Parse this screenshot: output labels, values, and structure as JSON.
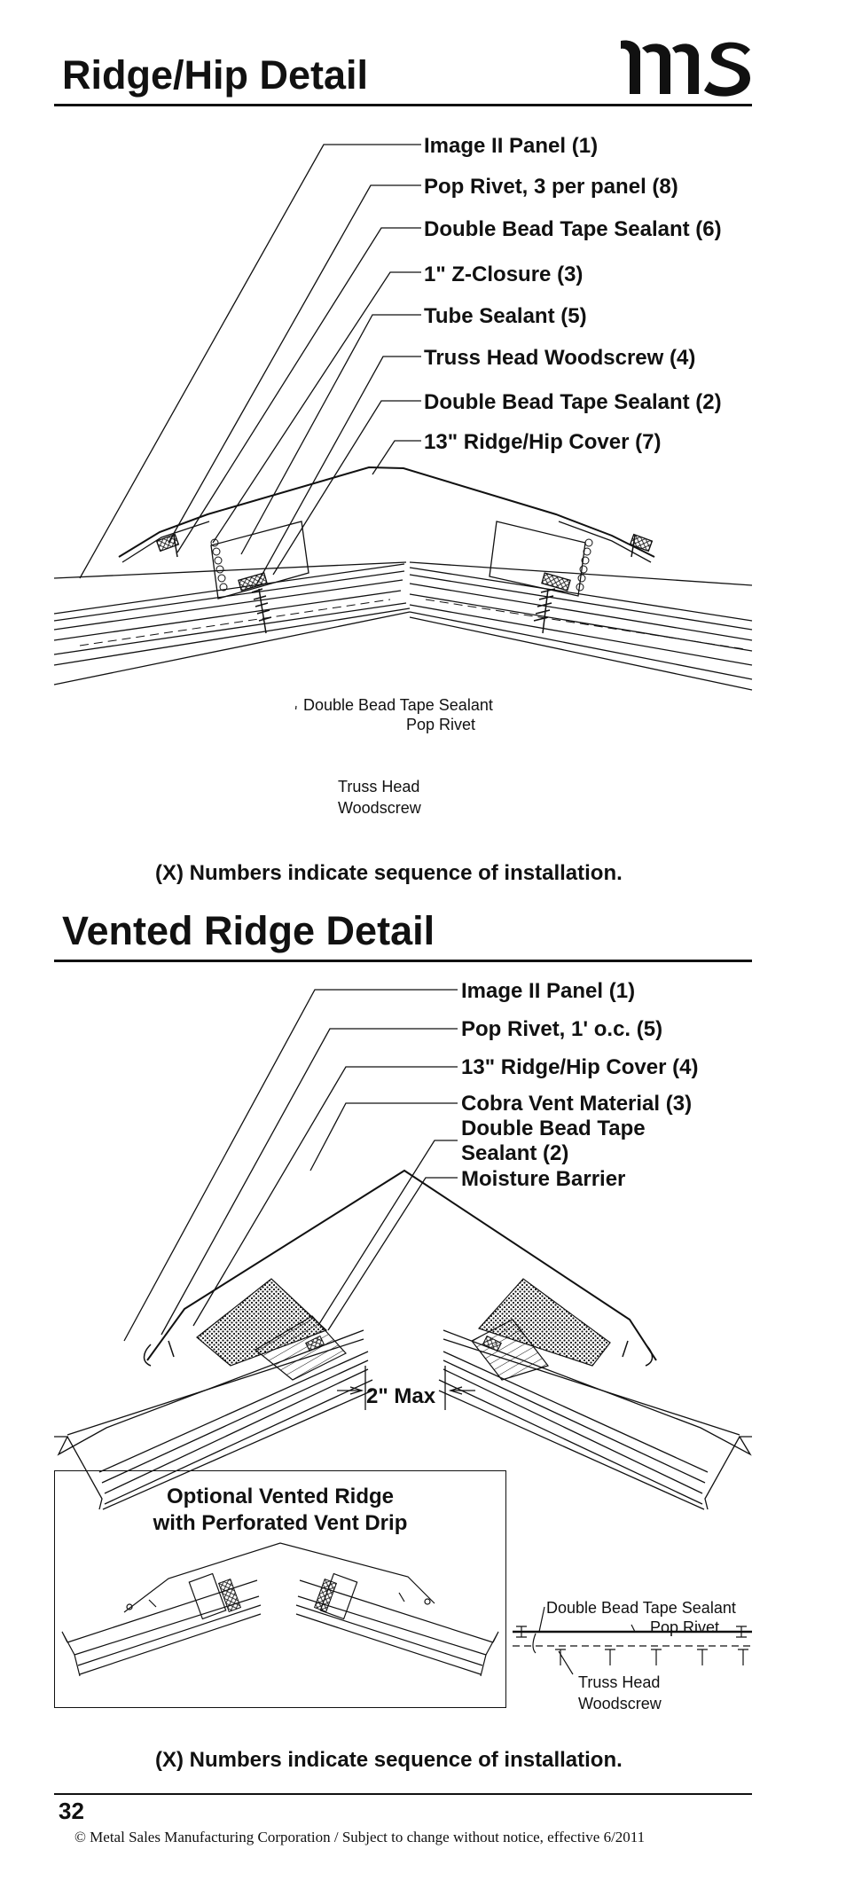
{
  "page": {
    "page_number": "32",
    "footer": "© Metal Sales Manufacturing Corporation / Subject to change without notice, effective 6/2011"
  },
  "ridge_hip": {
    "title": "Ridge/Hip Detail",
    "callouts": [
      "Image II Panel (1)",
      "Pop Rivet, 3 per panel (8)",
      "Double Bead Tape Sealant (6)",
      "1\" Z-Closure (3)",
      "Tube Sealant (5)",
      "Truss Head Woodscrew (4)",
      "Double Bead Tape Sealant (2)",
      "13\" Ridge/Hip Cover (7)"
    ],
    "fastener_legend": {
      "tape": "Double Bead Tape Sealant",
      "rivet": "Pop Rivet",
      "screw_line1": "Truss Head",
      "screw_line2": "Woodscrew"
    },
    "note": "(X) Numbers indicate sequence of installation."
  },
  "vented_ridge": {
    "title": "Vented Ridge Detail",
    "callouts": [
      "Image II Panel (1)",
      "Pop Rivet, 1' o.c. (5)",
      "13\" Ridge/Hip Cover (4)",
      "Cobra Vent Material (3)",
      "Double Bead Tape",
      "Sealant (2)",
      "Moisture Barrier"
    ],
    "gap_label": "2\" Max",
    "inset": {
      "title_line1": "Optional Vented Ridge",
      "title_line2": "with Perforated Vent Drip"
    },
    "fastener_legend": {
      "tape": "Double Bead Tape Sealant",
      "rivet": "Pop Rivet",
      "screw_line1": "Truss Head",
      "screw_line2": "Woodscrew"
    },
    "note": "(X) Numbers indicate sequence of installation."
  },
  "colors": {
    "ink": "#111111",
    "paper": "#ffffff"
  }
}
